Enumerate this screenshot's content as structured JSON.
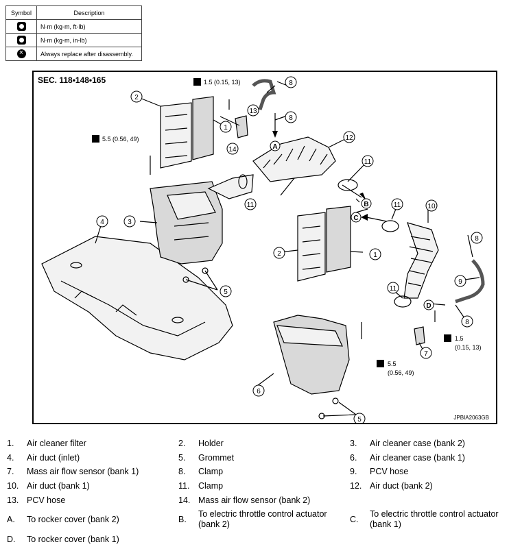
{
  "symbol_table": {
    "header_symbol": "Symbol",
    "header_description": "Description",
    "rows": [
      {
        "icon": "torque-wrench-icon",
        "description": "N·m (kg-m, ft-lb)"
      },
      {
        "icon": "torque-wrench-small-icon",
        "description": "N·m (kg-m, in-lb)"
      },
      {
        "icon": "replace-icon",
        "description": "Always replace after disassembly."
      }
    ]
  },
  "diagram": {
    "section": "SEC. 118•148•165",
    "ref_code": "JPBIA2063GB",
    "torque_specs": [
      "1.5 (0.15, 13)",
      "5.5 (0.56, 49)",
      "1.5",
      "(0.15, 13)",
      "5.5",
      "(0.56, 49)"
    ],
    "callouts": [
      "1",
      "2",
      "3",
      "4",
      "5",
      "6",
      "7",
      "8",
      "9",
      "10",
      "11",
      "12",
      "13",
      "14"
    ],
    "letters": [
      "A",
      "B",
      "C",
      "D"
    ]
  },
  "legend": [
    {
      "num": "1.",
      "text": "Air cleaner filter"
    },
    {
      "num": "2.",
      "text": "Holder"
    },
    {
      "num": "3.",
      "text": "Air cleaner case (bank 2)"
    },
    {
      "num": "4.",
      "text": "Air duct (inlet)"
    },
    {
      "num": "5.",
      "text": "Grommet"
    },
    {
      "num": "6.",
      "text": "Air cleaner case (bank 1)"
    },
    {
      "num": "7.",
      "text": "Mass air flow sensor (bank 1)"
    },
    {
      "num": "8.",
      "text": "Clamp"
    },
    {
      "num": "9.",
      "text": "PCV hose"
    },
    {
      "num": "10.",
      "text": "Air duct (bank 1)"
    },
    {
      "num": "11.",
      "text": "Clamp"
    },
    {
      "num": "12.",
      "text": "Air duct (bank 2)"
    },
    {
      "num": "13.",
      "text": "PCV hose"
    },
    {
      "num": "14.",
      "text": "Mass air flow sensor (bank 2)"
    },
    {
      "num": "A.",
      "text": "To rocker cover (bank 2)"
    },
    {
      "num": "B.",
      "text": "To electric throttle control actuator (bank 2)"
    },
    {
      "num": "C.",
      "text": "To electric throttle control actuator (bank 1)"
    },
    {
      "num": "D.",
      "text": "To rocker cover (bank 1)"
    }
  ],
  "colors": {
    "line": "#000000",
    "fill_light": "#f2f2f2",
    "fill_mid": "#d9d9d9",
    "fill_dark": "#555555"
  }
}
